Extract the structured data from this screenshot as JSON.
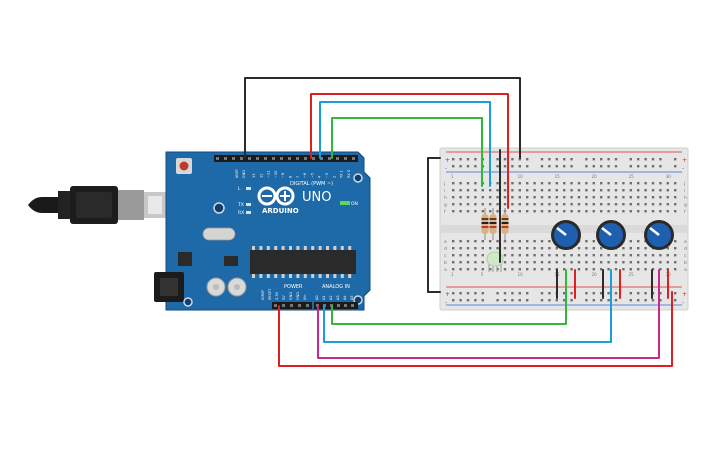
{
  "board": {
    "brand": "ARDUINO",
    "model": "UNO",
    "digital_label": "DIGITAL (PWM ~)",
    "power_label": "POWER",
    "analog_label": "ANALOG IN",
    "on_label": "ON",
    "tx_label": "TX",
    "rx_label": "RX",
    "l_label": "L",
    "aref_label": "AREF",
    "gnd_label": "GND",
    "digital_pins": [
      "13",
      "12",
      "~11",
      "~10",
      "~9",
      "8",
      "7",
      "~6",
      "~5",
      "4",
      "~3",
      "2",
      "TX 1",
      "RX 0"
    ],
    "power_pins": [
      "IOREF",
      "RESET",
      "3.3V",
      "5V",
      "GND",
      "GND",
      "Vin"
    ],
    "analog_pins": [
      "A0",
      "A1",
      "A2",
      "A3",
      "A4",
      "A5"
    ]
  },
  "breadboard": {
    "row_letters_top": [
      "j",
      "i",
      "h",
      "g",
      "f"
    ],
    "row_letters_bottom": [
      "e",
      "d",
      "c",
      "b",
      "a"
    ],
    "column_numbers": [
      "1",
      "5",
      "10",
      "15",
      "20",
      "25",
      "30"
    ]
  },
  "components": {
    "resistors": 3,
    "rgb_led": "rgb-led",
    "potentiometers": 3
  },
  "colors": {
    "board": "#1e6aa8",
    "board_dark": "#124a7a",
    "breadboard": "#e6e6e6",
    "wire_black": "#2b2b2b",
    "wire_red": "#e02020",
    "wire_blue": "#1a9ed8",
    "wire_green": "#2fb83a",
    "wire_magenta": "#c8288c",
    "pot_blue": "#1f5fb0"
  }
}
